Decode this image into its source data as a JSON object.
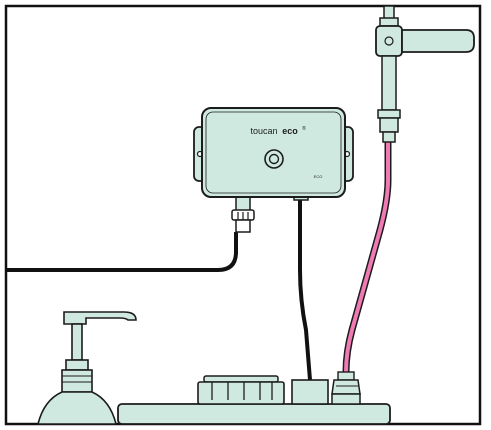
{
  "device": {
    "brand_name": "toucan",
    "brand_suffix": "eco",
    "brand_mark": "®",
    "small_print": "ECO"
  },
  "colors": {
    "mint": "#cfe9e1",
    "outline": "#1c1c1c",
    "pink_tube": "#f07bb4",
    "black_cable": "#111111",
    "background": "#ffffff"
  }
}
